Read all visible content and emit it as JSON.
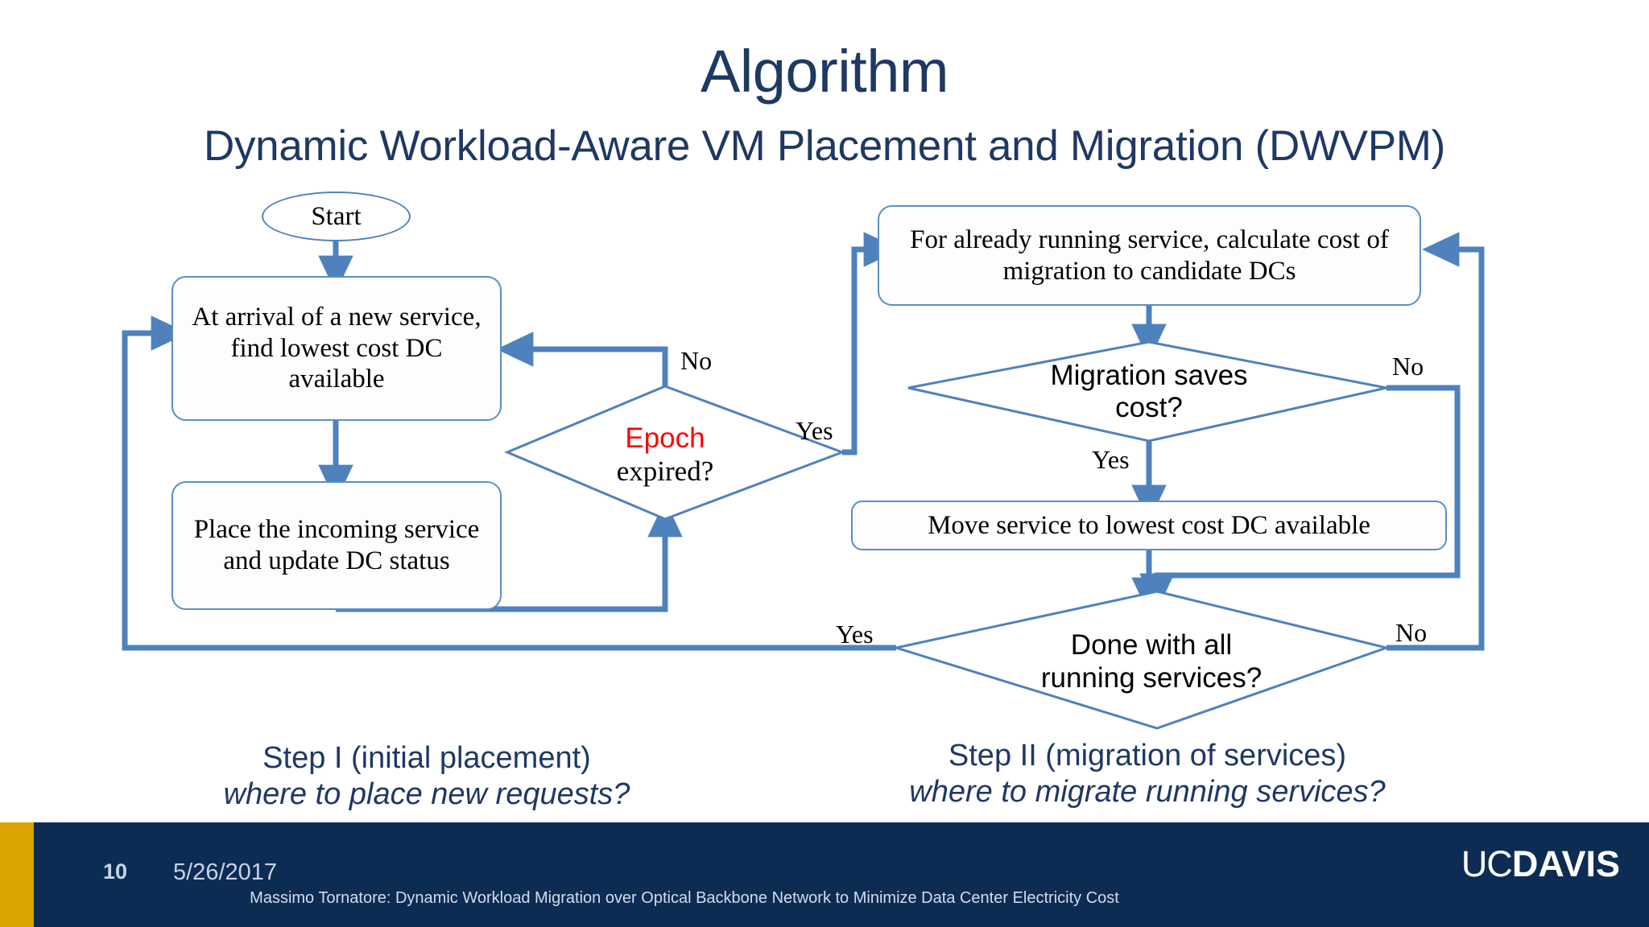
{
  "title": "Algorithm",
  "subtitle": "Dynamic Workload-Aware VM Placement and Migration (DWVPM)",
  "flowchart": {
    "start_node": "Start",
    "node_find_lowest": "At arrival of a new service, find lowest cost DC available",
    "node_place_service": "Place the incoming service and update DC status",
    "decision_epoch_line1": "Epoch",
    "decision_epoch_line2": "expired?",
    "node_calc_migration": "For already running service, calculate cost of migration to candidate DCs",
    "decision_migration": "Migration saves cost?",
    "node_move_service": "Move service to lowest cost DC available",
    "decision_done": "Done with all running services?",
    "label_epoch_no": "No",
    "label_epoch_yes": "Yes",
    "label_migration_no": "No",
    "label_migration_yes": "Yes",
    "label_done_yes": "Yes",
    "label_done_no": "No"
  },
  "captions": {
    "step1_line1": "Step I (initial placement)",
    "step1_line2": "where to place new requests?",
    "step2_line1": "Step II (migration of services)",
    "step2_line2": "where to migrate running services?"
  },
  "footer": {
    "slide_number": "10",
    "date": "5/26/2017",
    "caption": "Massimo Tornatore: Dynamic Workload Migration over Optical Backbone Network to Minimize Data Center Electricity Cost",
    "logo_uc": "UC",
    "logo_davis": "DAVIS"
  },
  "colors": {
    "title_navy": "#1f3864",
    "flow_blue": "#5b8ec4",
    "arrow_blue": "#4f81bd",
    "epoch_red": "#ff0000",
    "footer_navy": "#0d2c54",
    "footer_accent_gold": "#d9a300"
  }
}
